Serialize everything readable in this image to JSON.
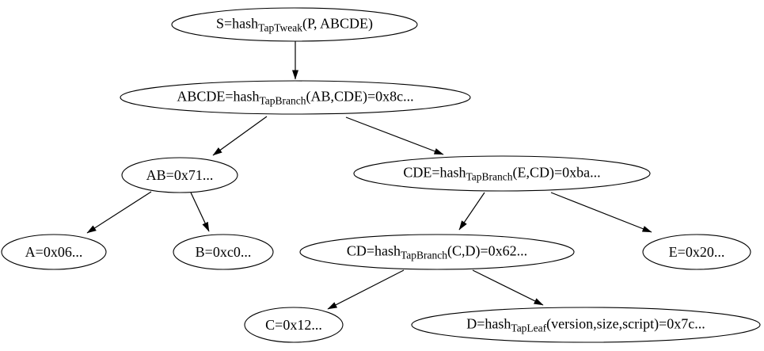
{
  "diagram": {
    "name": "taproot-script-tree",
    "background_color": "#ffffff",
    "stroke_color": "#000000",
    "nodes": [
      {
        "id": "S",
        "prefix": "S=hash",
        "sub": "TapTweak",
        "suffix": "(P, ABCDE)"
      },
      {
        "id": "ABCDE",
        "prefix": "ABCDE=hash",
        "sub": "TapBranch",
        "suffix": "(AB,CDE)=0x8c..."
      },
      {
        "id": "AB",
        "prefix": "AB=0x71...",
        "sub": "",
        "suffix": ""
      },
      {
        "id": "CDE",
        "prefix": "CDE=hash",
        "sub": "TapBranch",
        "suffix": "(E,CD)=0xba..."
      },
      {
        "id": "A",
        "prefix": "A=0x06...",
        "sub": "",
        "suffix": ""
      },
      {
        "id": "B",
        "prefix": "B=0xc0...",
        "sub": "",
        "suffix": ""
      },
      {
        "id": "CD",
        "prefix": "CD=hash",
        "sub": "TapBranch",
        "suffix": "(C,D)=0x62..."
      },
      {
        "id": "E",
        "prefix": "E=0x20...",
        "sub": "",
        "suffix": ""
      },
      {
        "id": "C",
        "prefix": "C=0x12...",
        "sub": "",
        "suffix": ""
      },
      {
        "id": "D",
        "prefix": "D=hash",
        "sub": "TapLeaf",
        "suffix": "(version,size,script)=0x7c..."
      }
    ],
    "edges": [
      {
        "from": "S",
        "to": "ABCDE"
      },
      {
        "from": "ABCDE",
        "to": "AB"
      },
      {
        "from": "ABCDE",
        "to": "CDE"
      },
      {
        "from": "AB",
        "to": "A"
      },
      {
        "from": "AB",
        "to": "B"
      },
      {
        "from": "CDE",
        "to": "CD"
      },
      {
        "from": "CDE",
        "to": "E"
      },
      {
        "from": "CD",
        "to": "C"
      },
      {
        "from": "CD",
        "to": "D"
      }
    ]
  }
}
